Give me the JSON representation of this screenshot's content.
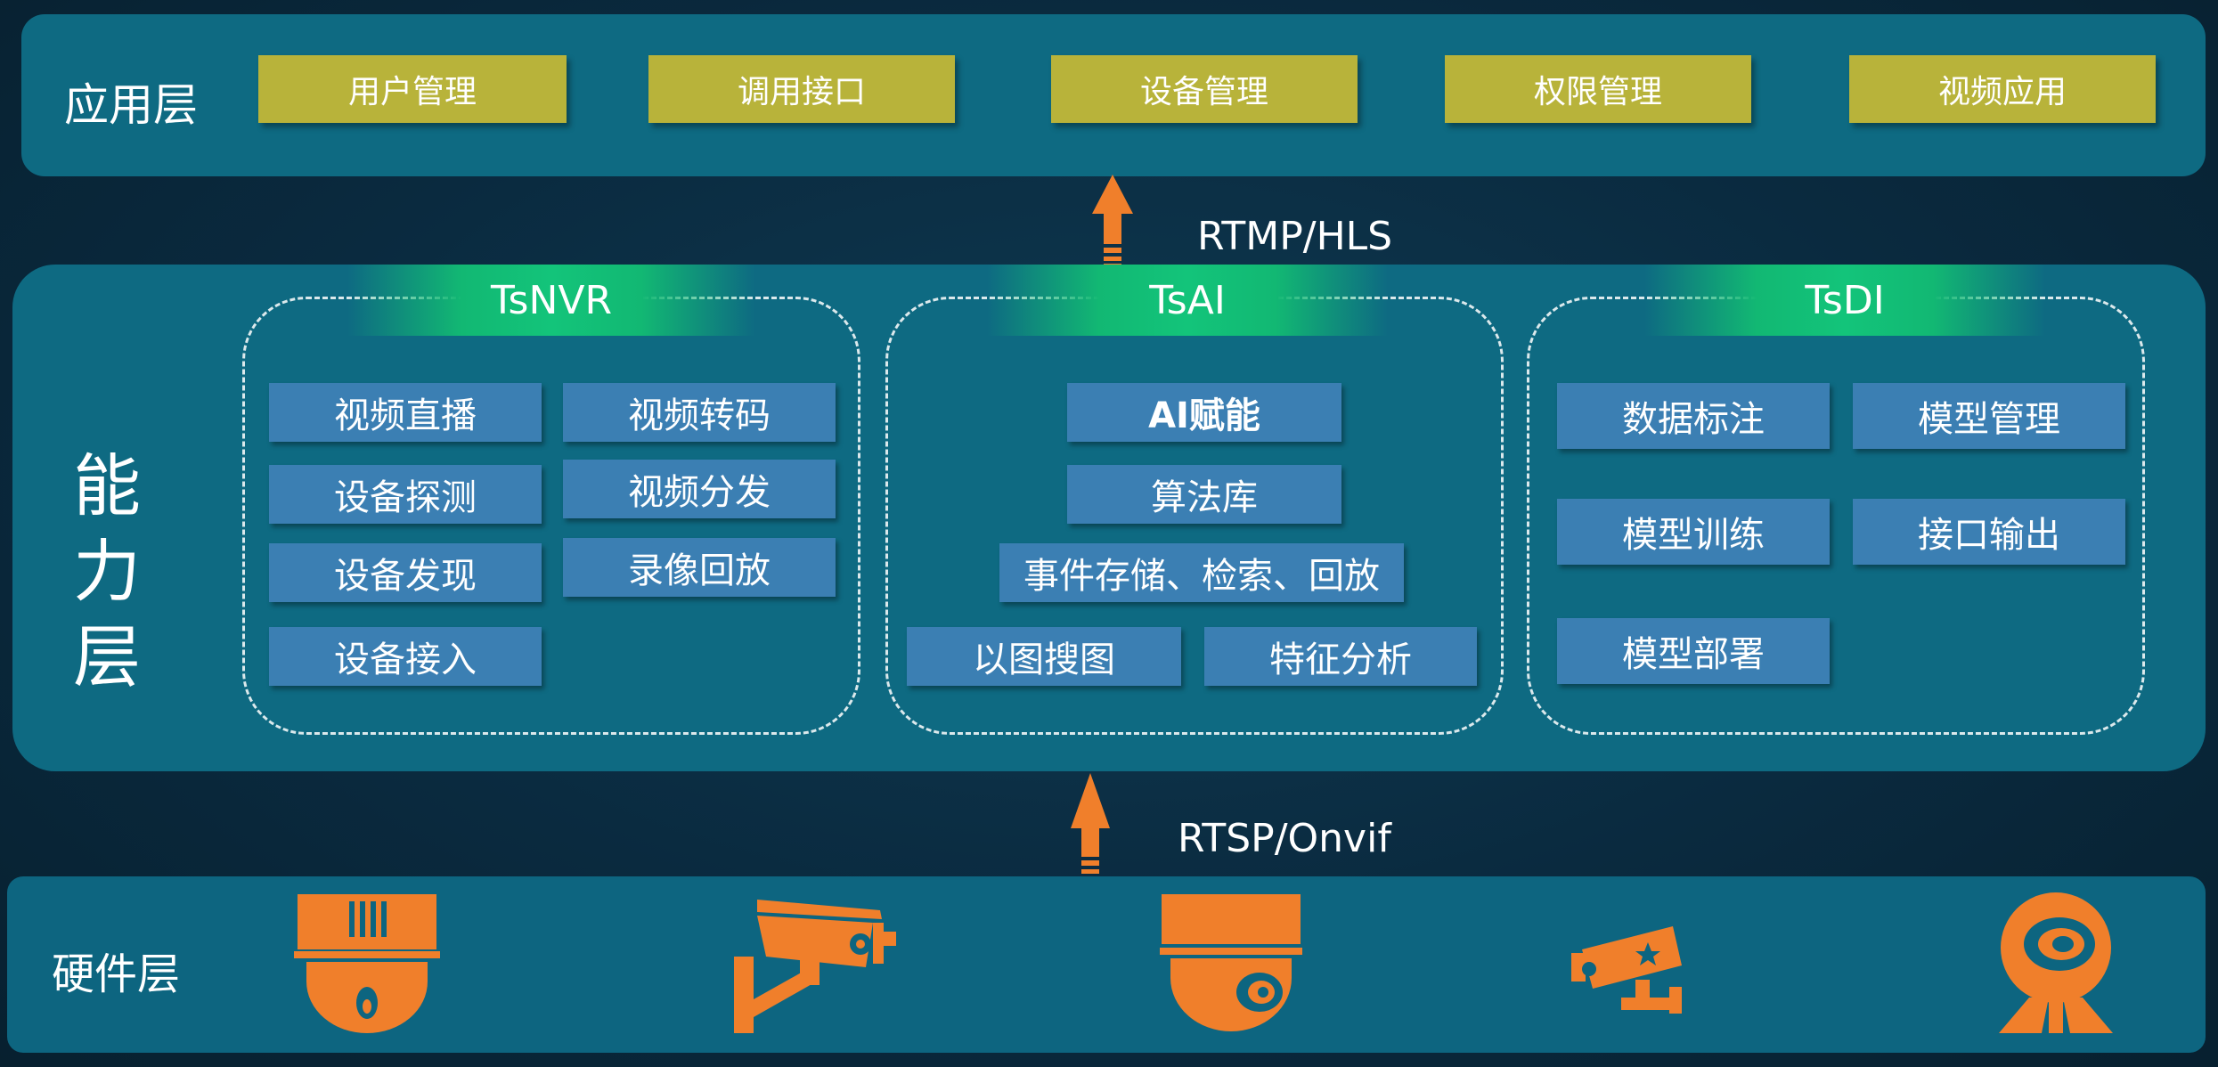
{
  "application_layer": {
    "label": "应用层",
    "buttons": [
      "用户管理",
      "调用接口",
      "设备管理",
      "权限管理",
      "视频应用"
    ]
  },
  "capability_layer": {
    "label": "能力层",
    "groups": [
      {
        "title": "TsNVR",
        "items": [
          "视频直播",
          "视频转码",
          "设备探测",
          "视频分发",
          "设备发现",
          "录像回放",
          "设备接入"
        ]
      },
      {
        "title": "TsAI",
        "items": [
          "AI赋能",
          "算法库",
          "事件存储、检索、回放",
          "以图搜图",
          "特征分析"
        ]
      },
      {
        "title": "TsDI",
        "items": [
          "数据标注",
          "模型管理",
          "模型训练",
          "接口输出",
          "模型部署"
        ]
      }
    ]
  },
  "protocols": {
    "upper": "RTMP/HLS",
    "lower": "RTSP/Onvif"
  },
  "hardware_layer": {
    "label": "硬件层",
    "devices": [
      "dome-camera-icon",
      "bullet-camera-icon",
      "ceiling-dome-camera-icon",
      "police-camera-icon",
      "webcam-icon"
    ]
  },
  "colors": {
    "panel": "#0e6a82",
    "app_button": "#b8b33a",
    "capability_button": "#3b7fb3",
    "group_title": "#13c47a",
    "device_orange": "#f07f2b"
  }
}
